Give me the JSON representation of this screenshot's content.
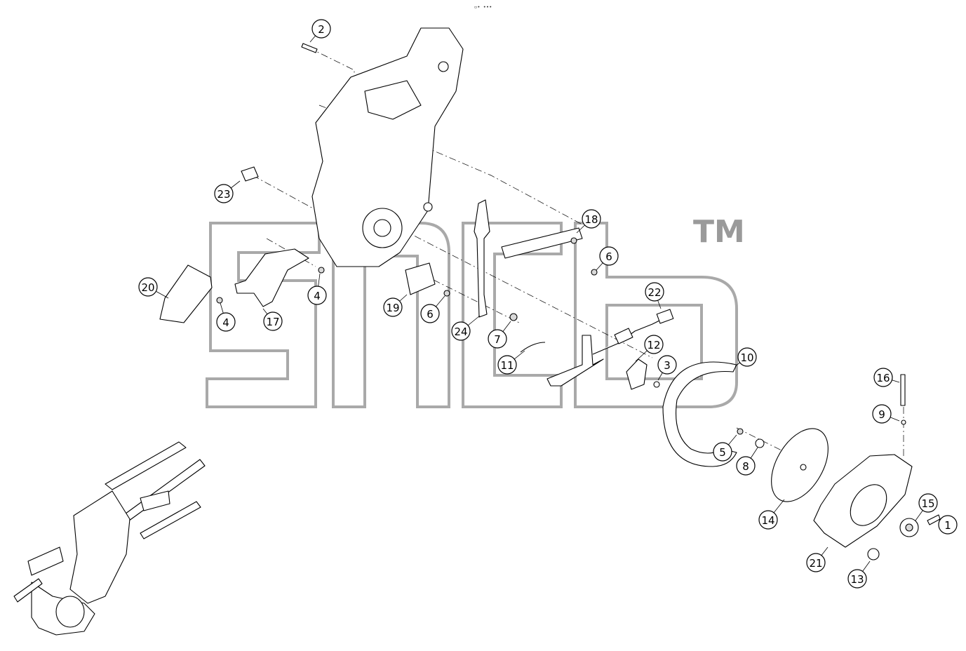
{
  "header": {
    "code": "▫∙ ∙∙∙"
  },
  "watermark": {
    "tm": "TM"
  },
  "callouts": [
    {
      "label": "2"
    },
    {
      "label": "23"
    },
    {
      "label": "20"
    },
    {
      "label": "4"
    },
    {
      "label": "17"
    },
    {
      "label": "4"
    },
    {
      "label": "19"
    },
    {
      "label": "6"
    },
    {
      "label": "24"
    },
    {
      "label": "7"
    },
    {
      "label": "11"
    },
    {
      "label": "18"
    },
    {
      "label": "6"
    },
    {
      "label": "22"
    },
    {
      "label": "12"
    },
    {
      "label": "3"
    },
    {
      "label": "10"
    },
    {
      "label": "5"
    },
    {
      "label": "8"
    },
    {
      "label": "14"
    },
    {
      "label": "21"
    },
    {
      "label": "13"
    },
    {
      "label": "15"
    },
    {
      "label": "1"
    },
    {
      "label": "16"
    },
    {
      "label": "9"
    }
  ],
  "colors": {
    "line": "#000000",
    "watermark": "#9a9a9a",
    "background": "#ffffff"
  }
}
